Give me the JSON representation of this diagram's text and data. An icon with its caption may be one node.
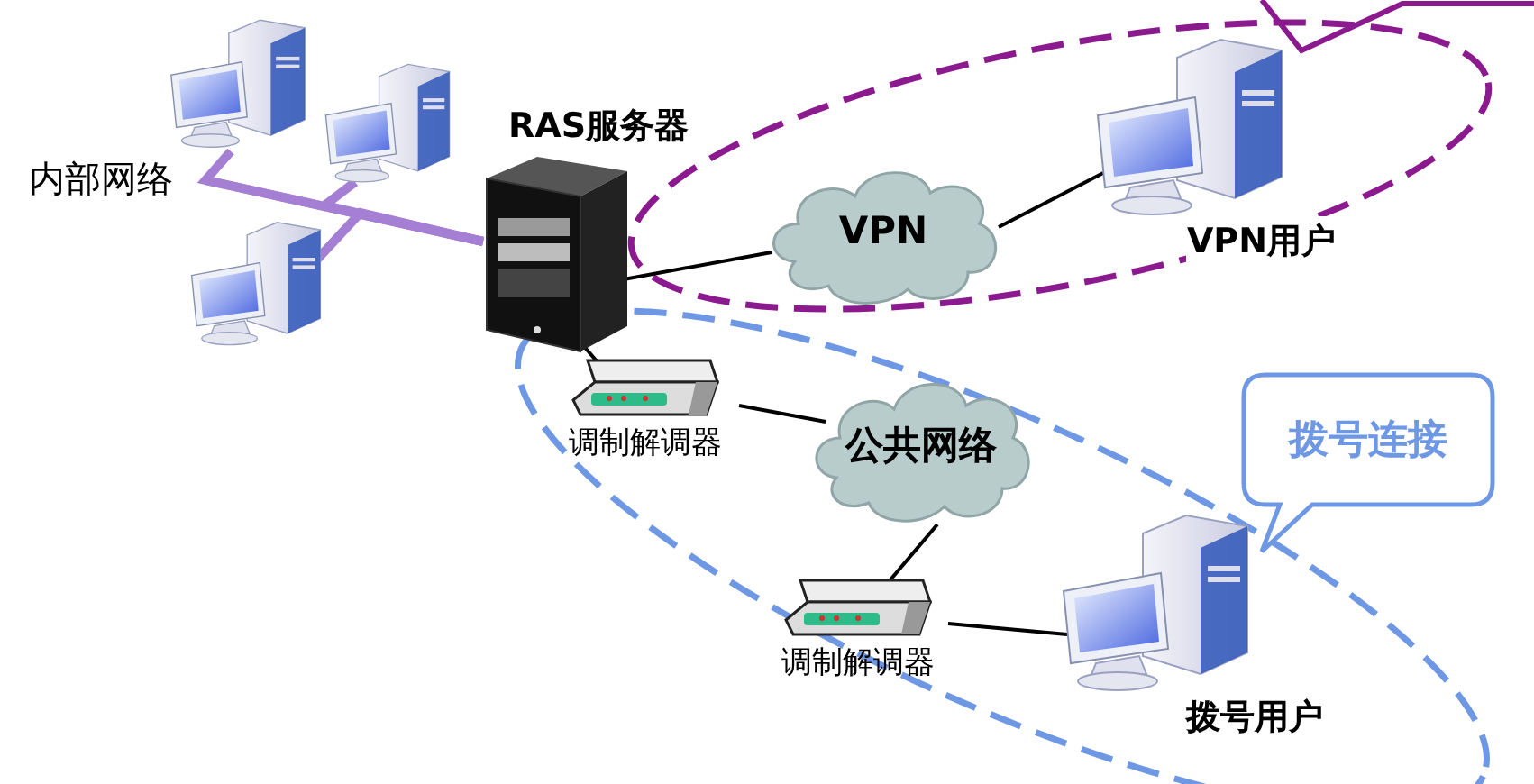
{
  "diagram": {
    "nodes": [
      {
        "text": [
          "内部网络"
        ]
      },
      {
        "text": [],
        "shape": "picture"
      },
      {
        "text": [],
        "shape": "picture"
      },
      {
        "text": [],
        "shape": "picture"
      },
      {
        "text": [
          "RAS服务器"
        ]
      },
      {
        "text": [
          "VPN"
        ]
      },
      {
        "text": [
          "VPN用户"
        ]
      },
      {
        "text": [
          "调制解调器"
        ]
      },
      {
        "text": [
          "公共网络"
        ]
      },
      {
        "text": [
          "调制解调器"
        ]
      },
      {
        "text": [
          "拨号用户"
        ]
      },
      {
        "text": [
          "拨号连接"
        ]
      }
    ],
    "edges": [
      {
        "from": 0,
        "to": 4,
        "arrow": "none",
        "style": "thick",
        "color": "#a57fd3"
      },
      {
        "from": 1,
        "to": 4,
        "arrow": "none",
        "style": "thick",
        "color": "#a57fd3"
      },
      {
        "from": 2,
        "to": 4,
        "arrow": "none",
        "style": "thick",
        "color": "#a57fd3"
      },
      {
        "from": 3,
        "to": 4,
        "arrow": "none",
        "style": "thick",
        "color": "#a57fd3"
      },
      {
        "from": 4,
        "to": 5,
        "arrow": "none"
      },
      {
        "from": 5,
        "to": 6,
        "arrow": "none"
      },
      {
        "from": 4,
        "to": 7,
        "arrow": "none"
      },
      {
        "from": 7,
        "to": 8,
        "arrow": "none"
      },
      {
        "from": 8,
        "to": 9,
        "arrow": "none"
      },
      {
        "from": 9,
        "to": 10,
        "arrow": "none"
      }
    ]
  }
}
